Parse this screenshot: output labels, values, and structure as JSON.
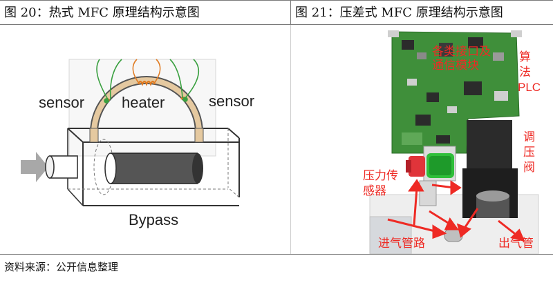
{
  "figures": [
    {
      "title": "图 20：热式 MFC 原理结构示意图",
      "labels": {
        "sensor_left": "sensor",
        "heater": "heater",
        "sensor_right": "sensor",
        "bypass": "Bypass"
      }
    },
    {
      "title": "图 21：压差式 MFC 原理结构示意图",
      "labels": {
        "interface": "各类接口及",
        "comm": "通信模块",
        "algo1": "算",
        "algo2": "法",
        "algo3": "PLC",
        "valve1": "调",
        "valve2": "压",
        "valve3": "阀",
        "psensor1": "压力传",
        "psensor2": "感器",
        "inlet": "进气管路",
        "outlet": "出气管"
      }
    }
  ],
  "source": "资料来源：公开信息整理",
  "colors": {
    "red_label": "#ee2a24",
    "pcb_green": "#3f8f3a",
    "coil": "#e07a20"
  }
}
